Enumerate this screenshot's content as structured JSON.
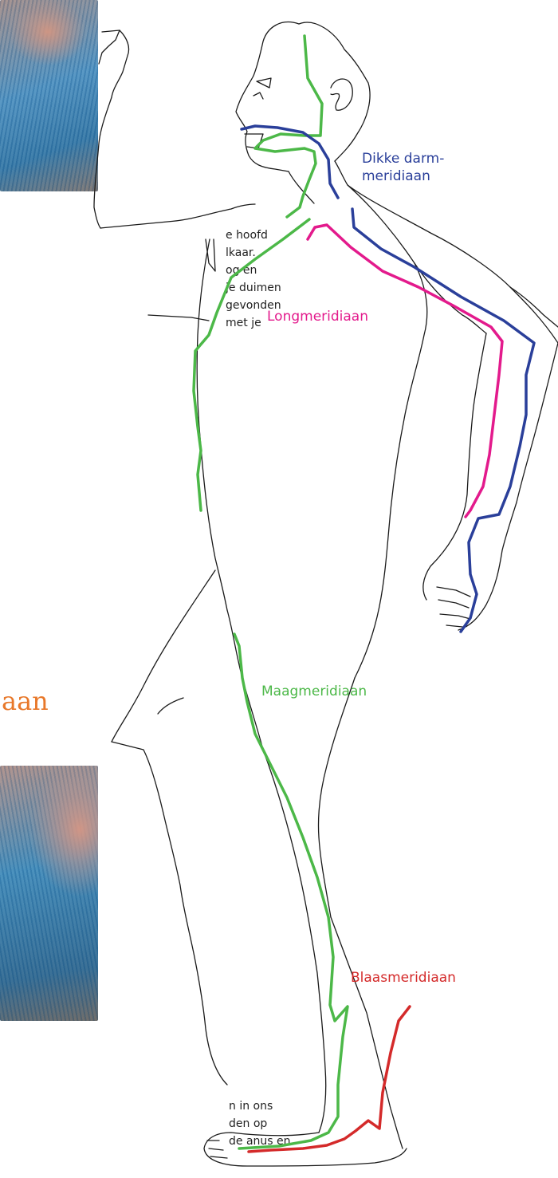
{
  "text_block_top": {
    "lines": [
      "e hoofd",
      "lkaar.",
      "og en",
      "je duimen",
      "gevonden",
      "met je"
    ]
  },
  "section_heading": "aan",
  "text_block_bottom": {
    "lines": [
      "n in ons",
      "den op",
      "de anus en"
    ]
  },
  "meridian_labels": {
    "large_intestine": [
      "Dikke darm-",
      "meridiaan"
    ],
    "lung": "Longmeridiaan",
    "stomach": "Maagmeridiaan",
    "bladder": "Blaasmeridiaan"
  },
  "colors": {
    "large_intestine": "#2a3f9a",
    "lung": "#e31a8c",
    "stomach": "#4cb848",
    "bladder": "#d42a2a",
    "heading": "#e8782a"
  }
}
